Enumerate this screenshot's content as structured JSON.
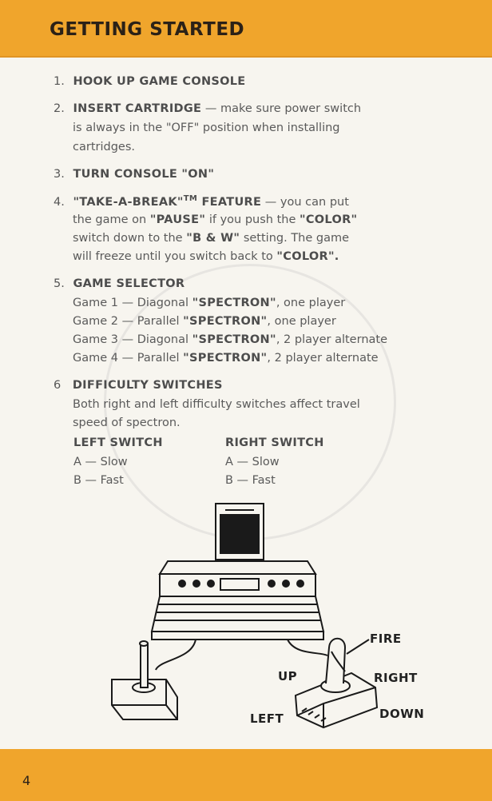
{
  "header": {
    "title": "GETTING STARTED"
  },
  "steps": [
    {
      "num": "1.",
      "title": "HOOK UP GAME CONSOLE"
    },
    {
      "num": "2.",
      "title": "INSERT CARTRIDGE",
      "text1": " — make sure power switch",
      "line2": "is always in the \"OFF\" position when installing",
      "line3": "cartridges."
    },
    {
      "num": "3.",
      "title": "TURN CONSOLE \"ON\""
    },
    {
      "num": "4.",
      "title": "\"TAKE-A-BREAK\"",
      "tm": "TM",
      "title2": " FEATURE",
      "text1": " — you can put",
      "l2a": "the game on ",
      "l2b": "\"PAUSE\"",
      "l2c": " if you push the ",
      "l2d": "\"COLOR\"",
      "l3a": "switch down to the ",
      "l3b": "\"B & W\"",
      "l3c": " setting. The game",
      "l4a": "will freeze until you switch back to ",
      "l4b": "\"COLOR\"."
    },
    {
      "num": "5.",
      "title": "GAME SELECTOR"
    },
    {
      "num": "6",
      "title": "DIFFICULTY SWITCHES",
      "line2": "Both right and left difficulty switches affect travel",
      "line3": "speed of spectron."
    }
  ],
  "games": [
    {
      "a": "Game 1 — Diagonal ",
      "b": "\"SPECTRON\"",
      "c": ", one player"
    },
    {
      "a": "Game 2 — Parallel ",
      "b": "\"SPECTRON\"",
      "c": ", one player"
    },
    {
      "a": "Game 3 — Diagonal ",
      "b": "\"SPECTRON\"",
      "c": ", 2 player alternate"
    },
    {
      "a": "Game 4 — Parallel ",
      "b": "\"SPECTRON\"",
      "c": ", 2 player alternate"
    }
  ],
  "switches": {
    "left": {
      "title": "LEFT SWITCH",
      "a": "A — Slow",
      "b": "B — Fast"
    },
    "right": {
      "title": "RIGHT SWITCH",
      "a": "A — Slow",
      "b": "B — Fast"
    }
  },
  "joystick_labels": {
    "fire": "FIRE",
    "up": "UP",
    "right": "RIGHT",
    "left": "LEFT",
    "down": "DOWN"
  },
  "footer": {
    "page": "4"
  },
  "colors": {
    "accent": "#f0a52c",
    "paper": "#f7f5ef",
    "ink": "#2b2117"
  }
}
